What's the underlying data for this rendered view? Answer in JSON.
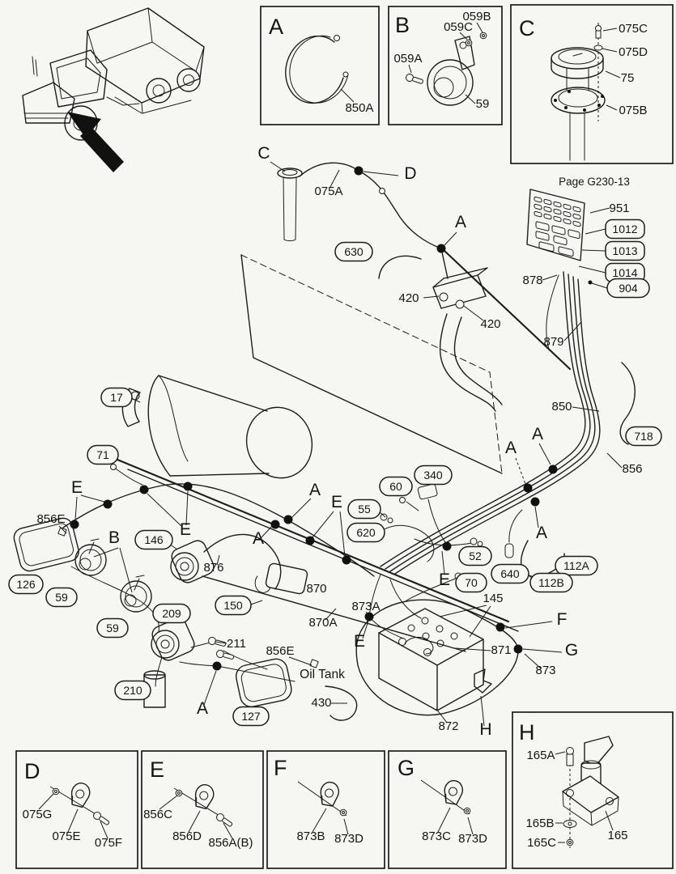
{
  "document": {
    "page_ref": "Page G230-13",
    "oil_tank": "Oil Tank"
  },
  "letters": {
    "a": "A",
    "b": "B",
    "c": "C",
    "d": "D",
    "e": "E",
    "f": "F",
    "g": "G",
    "h": "H"
  },
  "parts": {
    "p59": "59",
    "p75": "75",
    "p145": "145",
    "p165": "165",
    "p165A": "165A",
    "p165B": "165B",
    "p165C": "165C",
    "p211": "211",
    "p420": "420",
    "p430": "430",
    "p850": "850",
    "p850A": "850A",
    "p856": "856",
    "p856A_B": "856A(B)",
    "p856C": "856C",
    "p856D": "856D",
    "p856E": "856E",
    "p870": "870",
    "p870A": "870A",
    "p871": "871",
    "p872": "872",
    "p873": "873",
    "p873A": "873A",
    "p873B": "873B",
    "p873C": "873C",
    "p873D": "873D",
    "p876": "876",
    "p878": "878",
    "p879": "879",
    "p951": "951",
    "p059A": "059A",
    "p059B": "059B",
    "p059C": "059C",
    "p075A": "075A",
    "p075B": "075B",
    "p075C": "075C",
    "p075D": "075D",
    "p075E": "075E",
    "p075F": "075F",
    "p075G": "075G"
  },
  "bubbles": {
    "b17": "17",
    "b52": "52",
    "b55": "55",
    "b59": "59",
    "b60": "60",
    "b70": "70",
    "b71": "71",
    "b112A": "112A",
    "b112B": "112B",
    "b126": "126",
    "b127": "127",
    "b146": "146",
    "b150": "150",
    "b209": "209",
    "b210": "210",
    "b340": "340",
    "b620": "620",
    "b630": "630",
    "b640": "640",
    "b718": "718",
    "b904": "904",
    "b1012": "1012",
    "b1013": "1013",
    "b1014": "1014"
  }
}
